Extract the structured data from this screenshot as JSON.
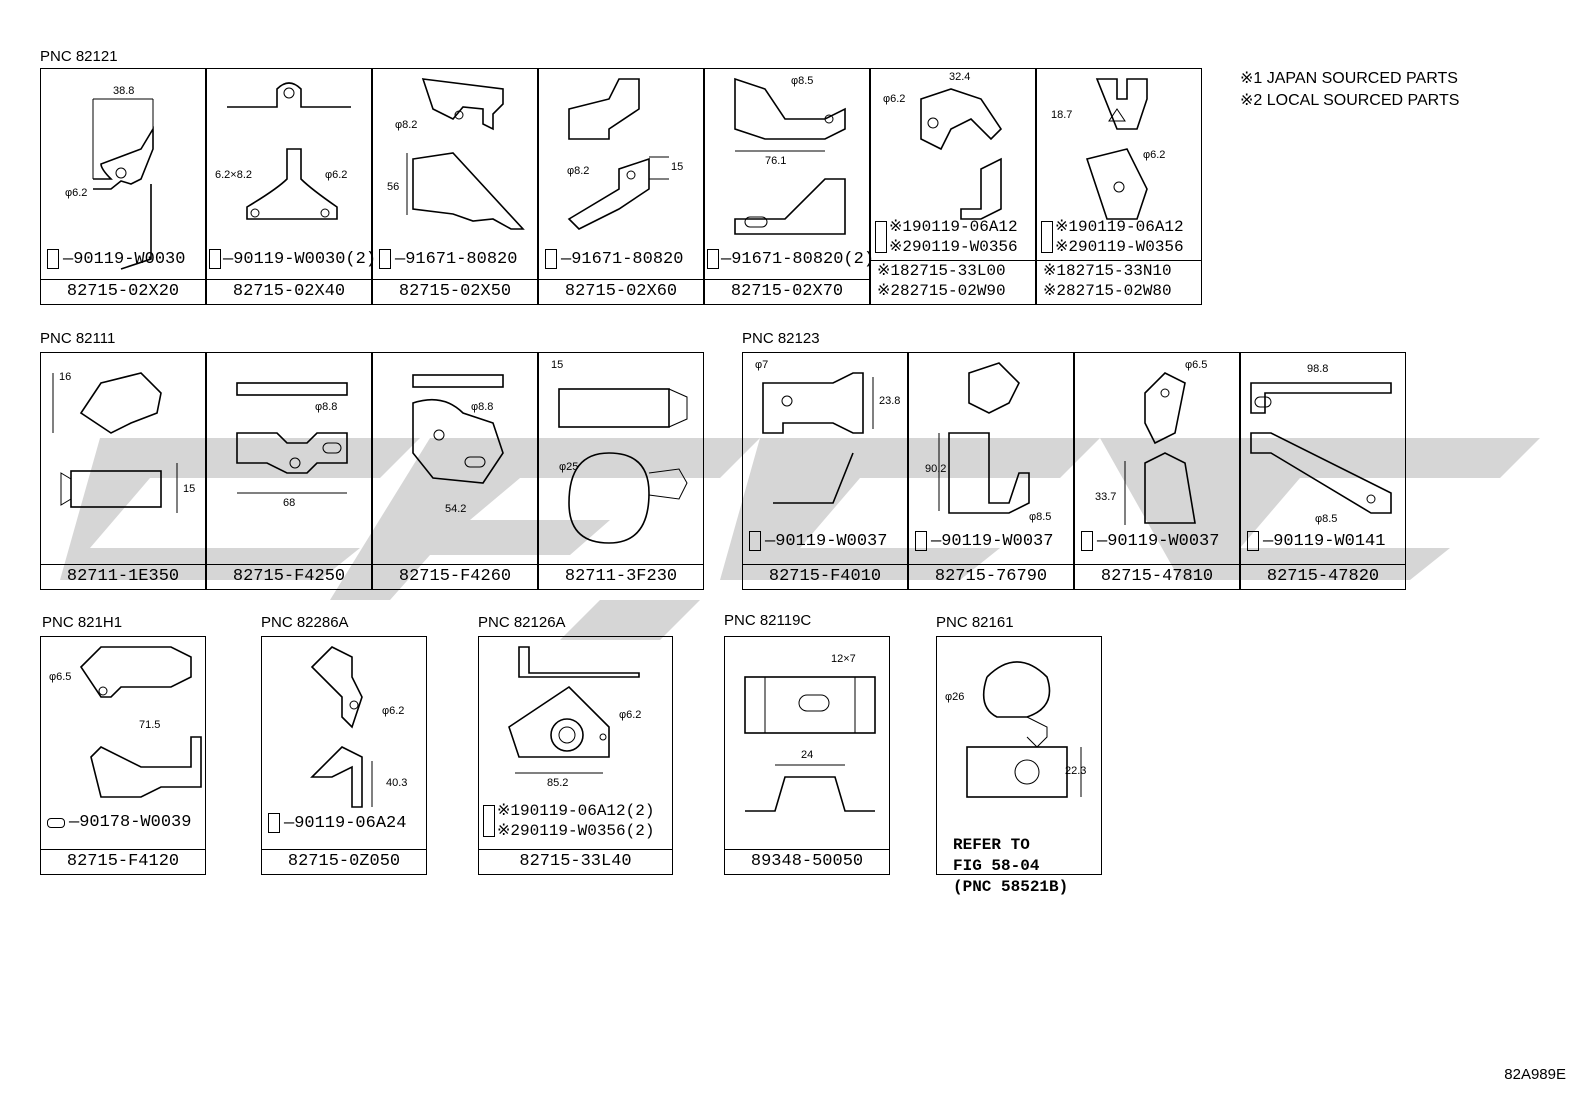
{
  "notes": [
    "※1 JAPAN SOURCED PARTS",
    "※2 LOCAL SOURCED PARTS"
  ],
  "figure_code": "82A989E",
  "groups": {
    "g1": "PNC 82121",
    "g2": "PNC 82111",
    "g3": "PNC 82123",
    "g4": "PNC 821H1",
    "g5": "PNC 82286A",
    "g6": "PNC 82126A",
    "g7": "PNC 82119C",
    "g8": "PNC 82161"
  },
  "row1": [
    {
      "part": "82715-02X20",
      "bolt": "90119-W0030",
      "dims": [
        "38.8",
        "φ6.2"
      ]
    },
    {
      "part": "82715-02X40",
      "bolt": "90119-W0030(2)",
      "dims": [
        "6.2×8.2",
        "φ6.2"
      ]
    },
    {
      "part": "82715-02X50",
      "bolt": "91671-80820",
      "dims": [
        "φ8.2",
        "56"
      ]
    },
    {
      "part": "82715-02X60",
      "bolt": "91671-80820",
      "dims": [
        "φ8.2",
        "15"
      ]
    },
    {
      "part": "82715-02X70",
      "bolt": "91671-80820(2)",
      "dims": [
        "φ8.5",
        "76.1"
      ]
    },
    {
      "part1": "※182715-33L00",
      "part2": "※282715-02W90",
      "bolt1": "※190119-06A12",
      "bolt2": "※290119-W0356",
      "dims": [
        "32.4",
        "φ6.2"
      ]
    },
    {
      "part1": "※182715-33N10",
      "part2": "※282715-02W80",
      "bolt1": "※190119-06A12",
      "bolt2": "※290119-W0356",
      "dims": [
        "18.7",
        "φ6.2"
      ]
    }
  ],
  "row2": [
    {
      "part": "82711-1E350",
      "dims": [
        "16",
        "15"
      ]
    },
    {
      "part": "82715-F4250",
      "dims": [
        "φ8.8",
        "68"
      ]
    },
    {
      "part": "82715-F4260",
      "dims": [
        "φ8.8",
        "54.2"
      ]
    },
    {
      "part": "82711-3F230",
      "dims": [
        "15",
        "φ25"
      ]
    },
    {
      "part": "82715-F4010",
      "bolt": "90119-W0037",
      "dims": [
        "φ7",
        "23.8"
      ]
    },
    {
      "part": "82715-76790",
      "bolt": "90119-W0037",
      "dims": [
        "90.2",
        "φ8.5"
      ]
    },
    {
      "part": "82715-47810",
      "bolt": "90119-W0037",
      "dims": [
        "φ6.5",
        "33.7"
      ]
    },
    {
      "part": "82715-47820",
      "bolt": "90119-W0141",
      "dims": [
        "98.8",
        "φ8.5"
      ]
    }
  ],
  "row3": [
    {
      "part": "82715-F4120",
      "bolt": "90178-W0039",
      "dims": [
        "φ6.5",
        "71.5"
      ]
    },
    {
      "part": "82715-0Z050",
      "bolt": "90119-06A24",
      "dims": [
        "φ6.2",
        "40.3"
      ]
    },
    {
      "part": "82715-33L40",
      "bolt1": "※190119-06A12(2)",
      "bolt2": "※290119-W0356(2)",
      "dims": [
        "φ6.2",
        "85.2"
      ]
    },
    {
      "part": "89348-50050",
      "dims": [
        "12×7",
        "24"
      ]
    },
    {
      "refer": [
        "REFER TO",
        "FIG 58-04",
        "(PNC 58521B)"
      ],
      "dims": [
        "φ26",
        "22.3"
      ]
    }
  ]
}
